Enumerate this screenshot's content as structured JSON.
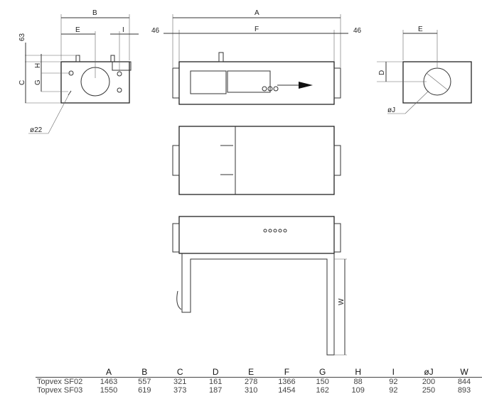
{
  "drawing_labels": {
    "B": "B",
    "E": "E",
    "I": "I",
    "h63": "63",
    "H": "H",
    "C": "C",
    "G": "G",
    "d22": "ø22",
    "A": "A",
    "F": "F",
    "left46": "46",
    "right46": "46",
    "E2": "E",
    "D": "D",
    "J": "øJ",
    "W": "W"
  },
  "table": {
    "headers": [
      "",
      "A",
      "B",
      "C",
      "D",
      "E",
      "F",
      "G",
      "H",
      "I",
      "øJ",
      "W"
    ],
    "rows": [
      [
        "Topvex SF02",
        "1463",
        "557",
        "321",
        "161",
        "278",
        "1366",
        "150",
        "88",
        "92",
        "200",
        "844"
      ],
      [
        "Topvex SF03",
        "1550",
        "619",
        "373",
        "187",
        "310",
        "1454",
        "162",
        "109",
        "92",
        "250",
        "893"
      ]
    ]
  }
}
